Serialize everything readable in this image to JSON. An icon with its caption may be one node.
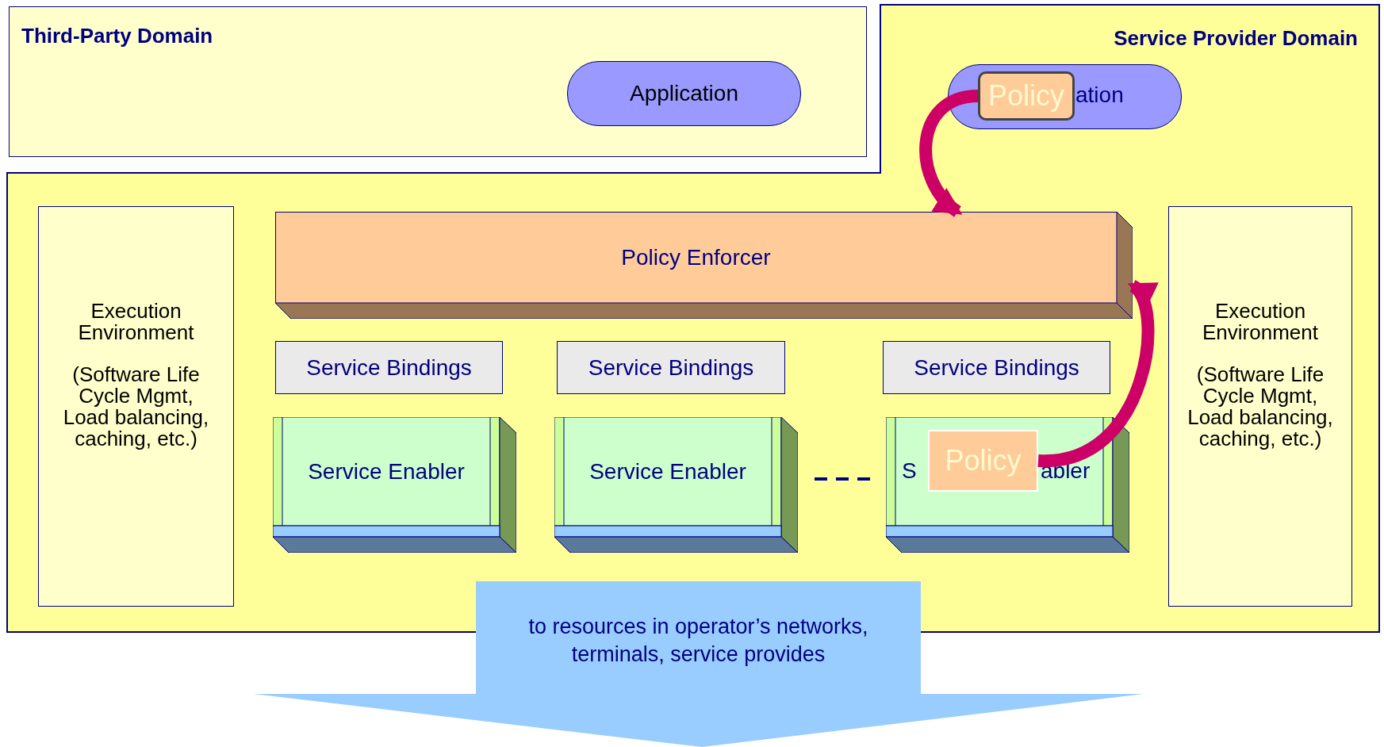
{
  "diagram": {
    "nodes": [
      {
        "text": [
          "Third-Party Domain"
        ]
      },
      {
        "text": [
          "Application"
        ],
        "in": 0
      },
      {
        "text": [
          "Service Provider Domain"
        ]
      },
      {
        "text": [
          "ation"
        ],
        "in": 2
      },
      {
        "text": [
          "Policy"
        ],
        "in": 3
      },
      {
        "text": [
          "Execution Environment",
          "(Software Life Cycle Mgmt, Load balancing, caching, etc.)"
        ],
        "in": 2
      },
      {
        "text": [
          "Policy Enforcer"
        ],
        "in": 2
      },
      {
        "text": [
          "Service Bindings"
        ],
        "in": 2
      },
      {
        "text": [
          "Service Bindings"
        ],
        "in": 2
      },
      {
        "text": [
          "Service Bindings"
        ],
        "in": 2
      },
      {
        "text": [
          "Service Enabler"
        ],
        "in": 2
      },
      {
        "text": [
          "Service Enabler"
        ],
        "in": 2
      },
      {
        "text": [
          "S",
          "abler"
        ],
        "in": 2
      },
      {
        "text": [
          "Policy"
        ],
        "in": 12
      },
      {
        "text": [
          "Execution Environment",
          "(Software Life Cycle Mgmt, Load balancing, caching, etc.)"
        ],
        "in": 2
      },
      {
        "text": [
          "to resources in operator’s networks, terminals, service provides"
        ]
      }
    ],
    "edges": [
      {
        "from": 4,
        "to": 6,
        "arrow": "to"
      },
      {
        "from": 13,
        "to": 6,
        "arrow": "to"
      }
    ]
  }
}
